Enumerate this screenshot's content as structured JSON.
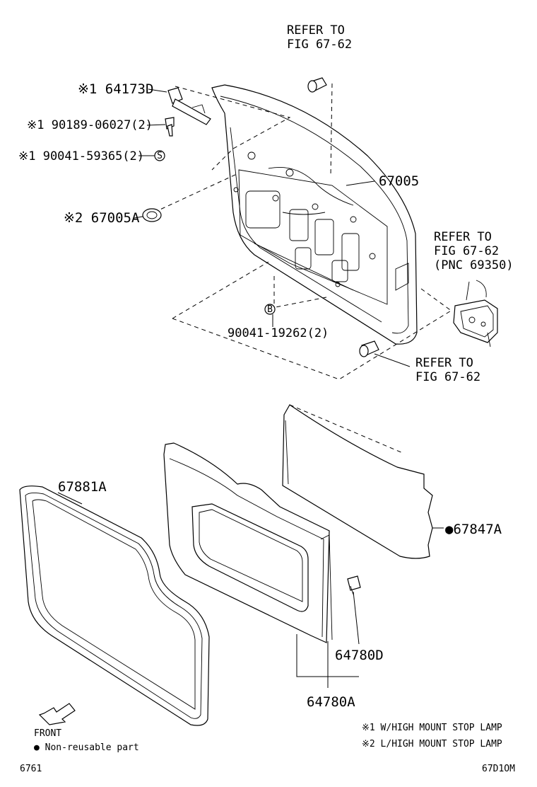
{
  "labels": {
    "refer_top_1": "REFER TO",
    "refer_top_2": "FIG 67-62",
    "refer_right_1": "REFER TO",
    "refer_right_2": "FIG 67-62",
    "refer_right_3": "(PNC 69350)",
    "refer_bottom_1": "REFER TO",
    "refer_bottom_2": "FIG 67-62",
    "p_64173D": "※1 64173D",
    "p_90189": "※1 90189-06027(2)",
    "p_90041_59365": "※1 90041-59365(2)",
    "p_67005A": "※2 67005A",
    "p_67005": "67005",
    "p_90041_19262": "90041-19262(2)",
    "p_67881A": "67881A",
    "p_67847A": "●67847A",
    "p_64780D": "64780D",
    "p_64780A": "64780A",
    "callout_s": "S",
    "callout_b": "B"
  },
  "legend": {
    "front": "FRONT",
    "non_reusable": "● Non-reusable part",
    "note1": "※1 W/HIGH MOUNT STOP LAMP",
    "note2": "※2 L/HIGH MOUNT STOP LAMP"
  },
  "footer": {
    "left_code": "6761",
    "right_code": "67D1OM"
  }
}
